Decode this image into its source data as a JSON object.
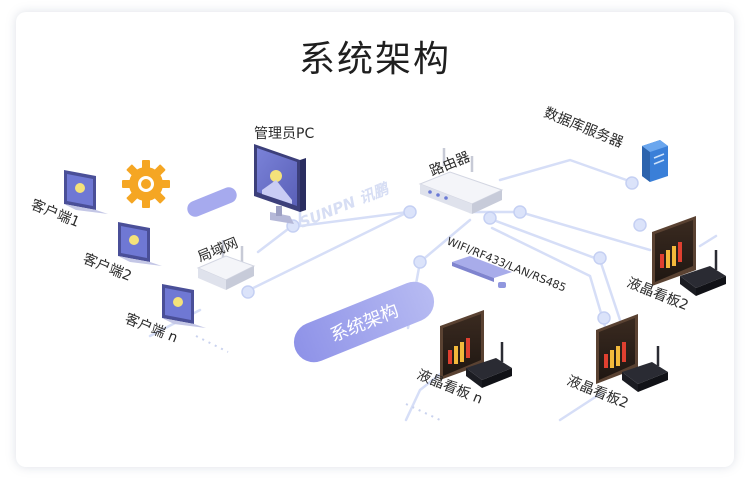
{
  "title": "系统架构",
  "labels": {
    "pc": "管理员PC",
    "router": "路由器",
    "server": "数据库服务器",
    "lan": "局域网",
    "client1": "客户端1",
    "client2": "客户端2",
    "clientn": "客户端 n",
    "protocols": "WIFI/RF433/LAN/RS485",
    "badge": "系统架构",
    "board_right1": "液晶看板2",
    "board_right2": "液晶看板2",
    "board_n": "液晶看板 n",
    "watermark": "SUNPN 讯鹏"
  },
  "colors": {
    "line": "#d6def7",
    "node": "#c9d5f5",
    "accent": "#7f86e0",
    "gear": "#f5a623",
    "server": "#3a7fd8"
  }
}
